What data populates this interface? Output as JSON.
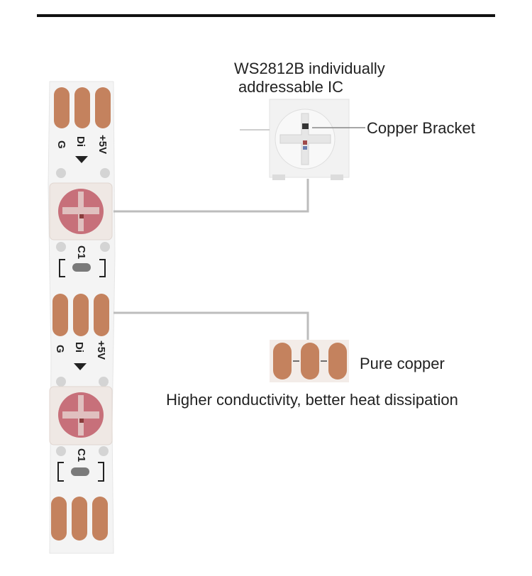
{
  "labels": {
    "ic_title": "WS2812B individually",
    "ic_subtitle": "addressable IC",
    "bracket": "Copper Bracket",
    "copper": "Pure copper",
    "caption": "Higher conductivity, better heat dissipation"
  },
  "strip_markings": {
    "ground": "G",
    "data_in": "Di",
    "power": "+5V",
    "capacitor": "C1"
  },
  "colors": {
    "copper": "#c4825e",
    "copper_dark": "#b06f4d",
    "pcb_white": "#f4f4f4",
    "led_body": "#efe8e4",
    "led_core": "#c7707a",
    "leader_line": "#bdbdbd"
  }
}
